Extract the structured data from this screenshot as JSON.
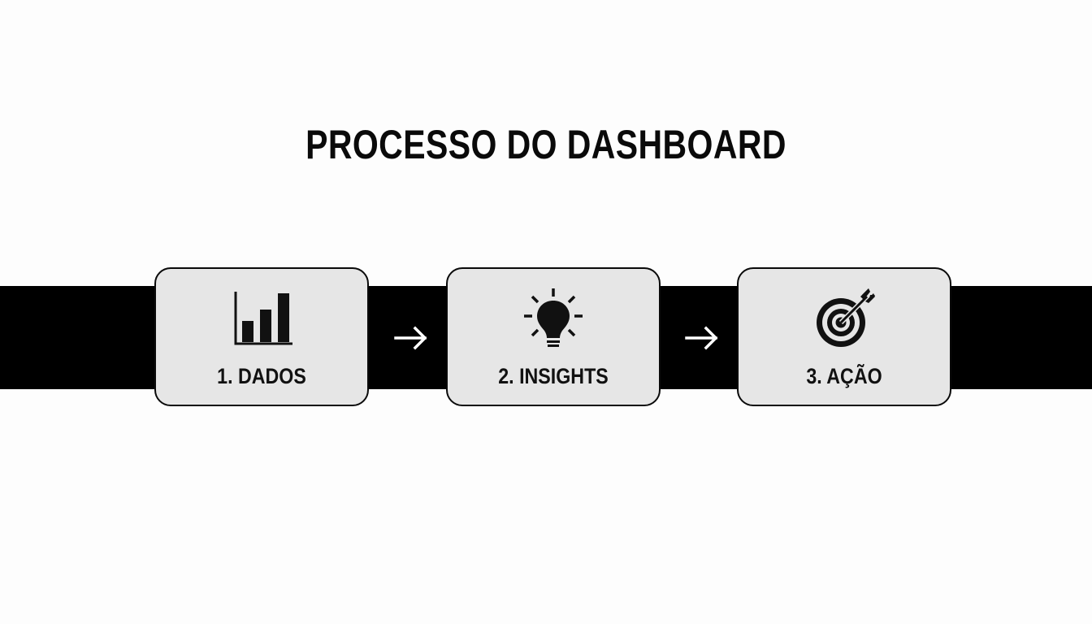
{
  "title": "PROCESSO DO DASHBOARD",
  "colors": {
    "background": "#fdfdfd",
    "band": "#000000",
    "box_fill": "#e6e6e6",
    "box_border": "#0a0a0a",
    "text": "#111111",
    "arrow": "#ffffff"
  },
  "steps": [
    {
      "label": "1. DADOS",
      "icon": "bar-chart-icon"
    },
    {
      "label": "2. INSIGHTS",
      "icon": "lightbulb-icon"
    },
    {
      "label": "3. AÇÃO",
      "icon": "target-arrow-icon"
    }
  ],
  "connectors": [
    {
      "icon": "arrow-right-icon"
    },
    {
      "icon": "arrow-right-icon"
    }
  ]
}
